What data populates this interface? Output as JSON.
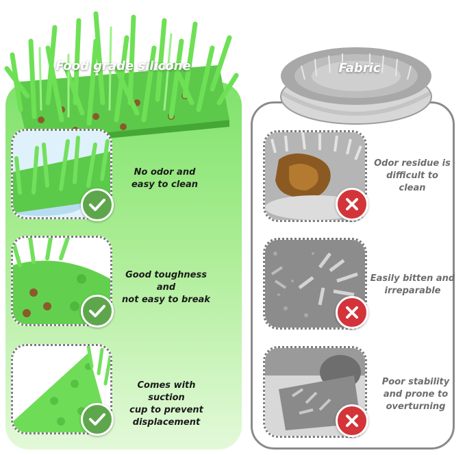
{
  "left": {
    "title": "Food grade silicone",
    "features": [
      {
        "line1": "No odor and",
        "line2": "easy to clean",
        "line3": ""
      },
      {
        "line1": "Good toughness and",
        "line2": "not easy to break",
        "line3": ""
      },
      {
        "line1": "Comes with suction",
        "line2": "cup to prevent",
        "line3": "displacement"
      }
    ],
    "badge_icon": "check-icon",
    "accent": "#7fe26b"
  },
  "right": {
    "title": "Fabric",
    "features": [
      {
        "line1": "Odor residue is",
        "line2": "difficult to clean",
        "line3": ""
      },
      {
        "line1": "Easily bitten and",
        "line2": "irreparable",
        "line3": ""
      },
      {
        "line1": "Poor stability",
        "line2": "and prone to",
        "line3": "overturning"
      }
    ],
    "badge_icon": "cross-icon",
    "accent": "#d3343a"
  }
}
